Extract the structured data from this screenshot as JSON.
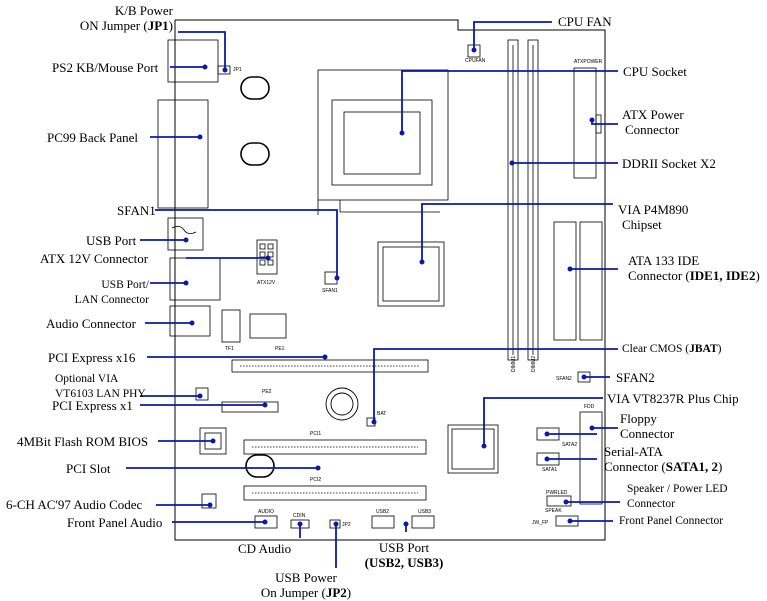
{
  "labels": {
    "kb_power_line1": "K/B Power",
    "kb_power_line2_text": "ON Jumper (",
    "kb_power_line2_bold": "JP1",
    "kb_power_line2_end": ")",
    "ps2": "PS2 KB/Mouse Port",
    "pc99": "PC99 Back Panel",
    "sfan1": "SFAN1",
    "usb_port": "USB Port",
    "atx12v": "ATX 12V Connector",
    "usb_lan_line1": "USB Port/",
    "usb_lan_line2": "LAN Connector",
    "audio_connector": "Audio  Connector",
    "pci_express_x16": "PCI Express x16",
    "optional_via_line1": "Optional   VIA",
    "optional_via_line2": "VT6103 LAN PHY",
    "pci_express_x1": "PCI Express x1",
    "flash_rom": "4MBit Flash ROM BIOS",
    "pci_slot": "PCI Slot",
    "audio_codec": "6-CH AC'97 Audio Codec",
    "front_panel_audio": "Front Panel Audio",
    "cd_audio": "CD Audio",
    "usb_power_line1": "USB Power",
    "usb_power_line2_text": "On Jumper (",
    "usb_power_line2_bold": "JP2",
    "usb_power_line2_end": ")",
    "usb_port2_line1": "USB Port",
    "usb_port2_line2": "(USB2, USB3)",
    "cpu_fan": "CPU FAN",
    "cpu_socket": "CPU Socket",
    "atx_power_line1": "ATX Power",
    "atx_power_line2": "Connector",
    "ddr2_socket": "DDRII Socket X2",
    "via_p4m890_line1": "VIA P4M890",
    "via_p4m890_line2": "Chipset",
    "ata133_line1": "ATA 133 IDE",
    "ata133_line2_text": "Connector (",
    "ata133_line2_bold": "IDE1, IDE2",
    "ata133_line2_end": ")",
    "clear_cmos_text": "Clear CMOS (",
    "clear_cmos_bold": "JBAT",
    "clear_cmos_end": ")",
    "sfan2": "SFAN2",
    "via_vt8237r": "VIA VT8237R Plus Chip",
    "floppy_line1": "Floppy",
    "floppy_line2": "Connector",
    "serial_ata_line1": "Serial-ATA",
    "serial_ata_line2_text": "Connector (",
    "serial_ata_line2_bold": "SATA1, 2",
    "serial_ata_line2_end": ")",
    "speaker_led_line1": "Speaker / Power LED",
    "speaker_led_line2": "Connector",
    "front_panel_connector": "Front Panel Connector"
  },
  "silkscreen": {
    "jp1": "JP1",
    "cpufan": "CPUFAN",
    "atxpower": "ATXPOWER",
    "atx12v": "ATX12V",
    "sfan1": "SFAN1",
    "dimm1": "DIMM1",
    "dimm2": "DIMM2",
    "pe1": "PE1",
    "tf1": "TF1",
    "pe2": "PE2",
    "pci1": "PCI1",
    "pci2": "PCI2",
    "bat": "BAT",
    "sfan2": "SFAN2",
    "fdd": "FDD",
    "sata2": "SATA2",
    "sata1": "SATA1",
    "pwrled": "PWRLED",
    "speak": "SPEAK",
    "jw_fp": "JW_FP",
    "audio": "AUDIO",
    "cdin": "CDIN",
    "jp2": "JP2",
    "usb2": "USB2",
    "usb3": "USB3"
  },
  "colors": {
    "leader": "#0a1aa8",
    "board": "#000000"
  }
}
